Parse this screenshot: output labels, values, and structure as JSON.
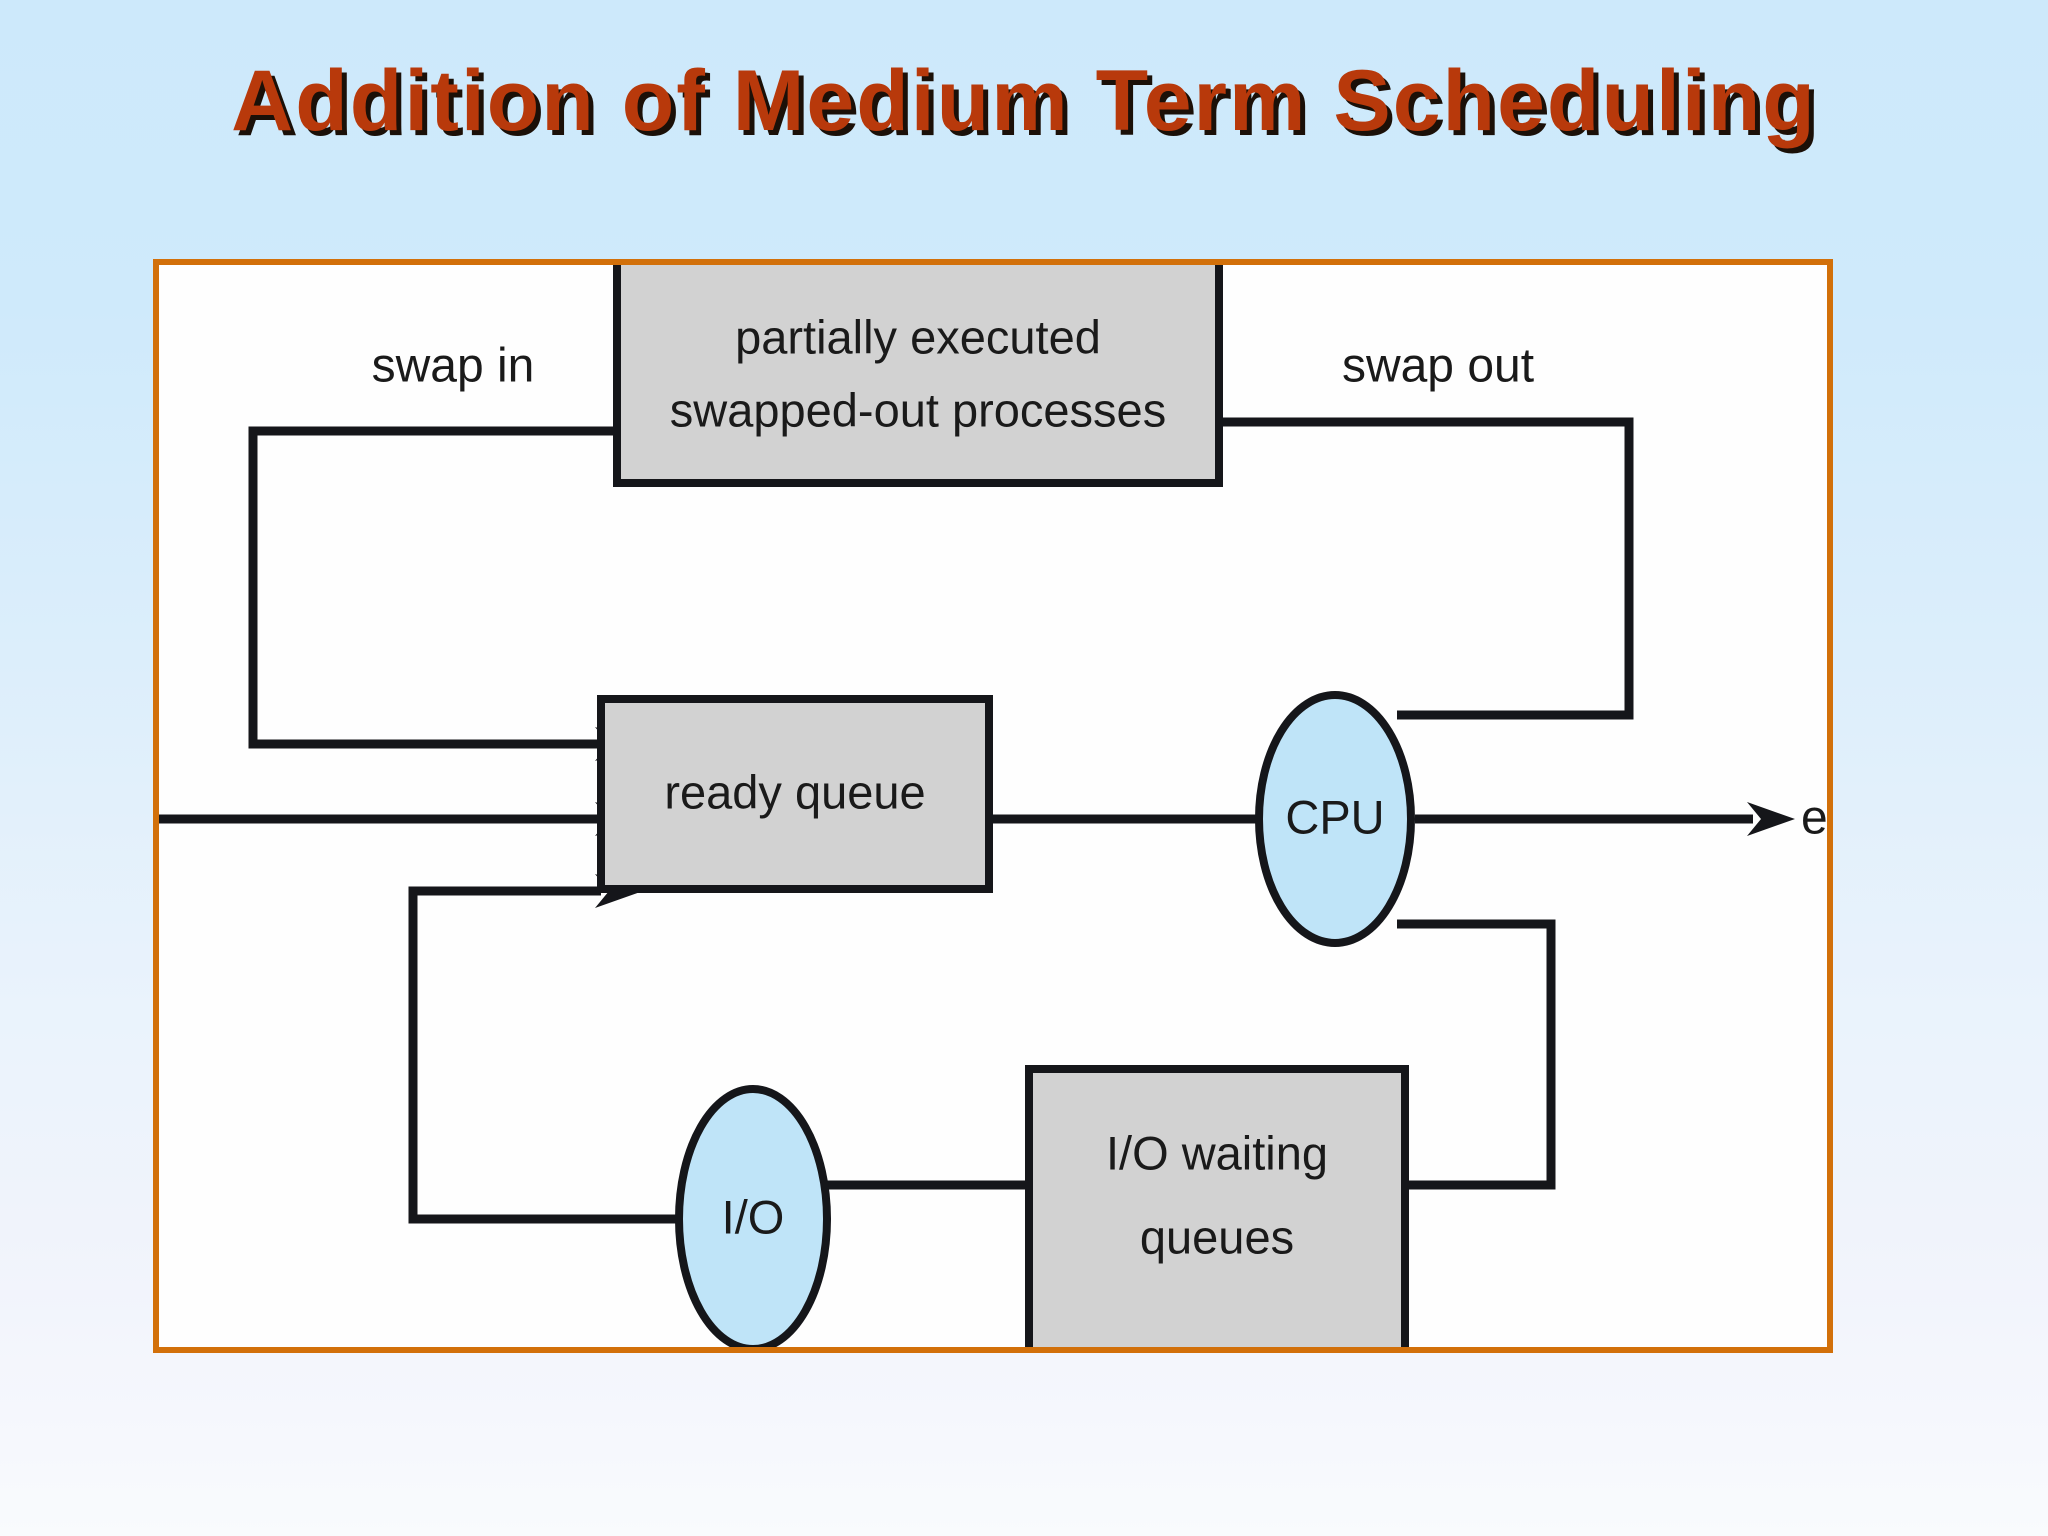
{
  "slide": {
    "title": "Addition of Medium Term Scheduling",
    "title_color": "#b8390b",
    "title_shadow_color": "#1b1008",
    "background_top_color": "#cde9fb",
    "background_bottom_color": "#f9fbfd"
  },
  "diagram": {
    "frame_color": "#d2700a",
    "frame_fill": "#fefefe",
    "box_fill": "#d2d2d2",
    "ellipse_fill": "#bfe4f8",
    "line_color": "#15161a",
    "nodes": [
      {
        "id": "swapped-out",
        "shape": "rect",
        "line1": "partially executed",
        "line2": "swapped-out processes"
      },
      {
        "id": "ready-queue",
        "shape": "rect",
        "line1": "ready queue",
        "line2": ""
      },
      {
        "id": "cpu",
        "shape": "ellipse",
        "line1": "CPU",
        "line2": ""
      },
      {
        "id": "io",
        "shape": "ellipse",
        "line1": "I/O",
        "line2": ""
      },
      {
        "id": "io-waiting",
        "shape": "rect",
        "line1": "I/O waiting",
        "line2": "queues"
      }
    ],
    "edge_labels": [
      {
        "id": "swap-in",
        "text": "swap in"
      },
      {
        "id": "swap-out",
        "text": "swap out"
      }
    ],
    "terminal_label": "end"
  }
}
